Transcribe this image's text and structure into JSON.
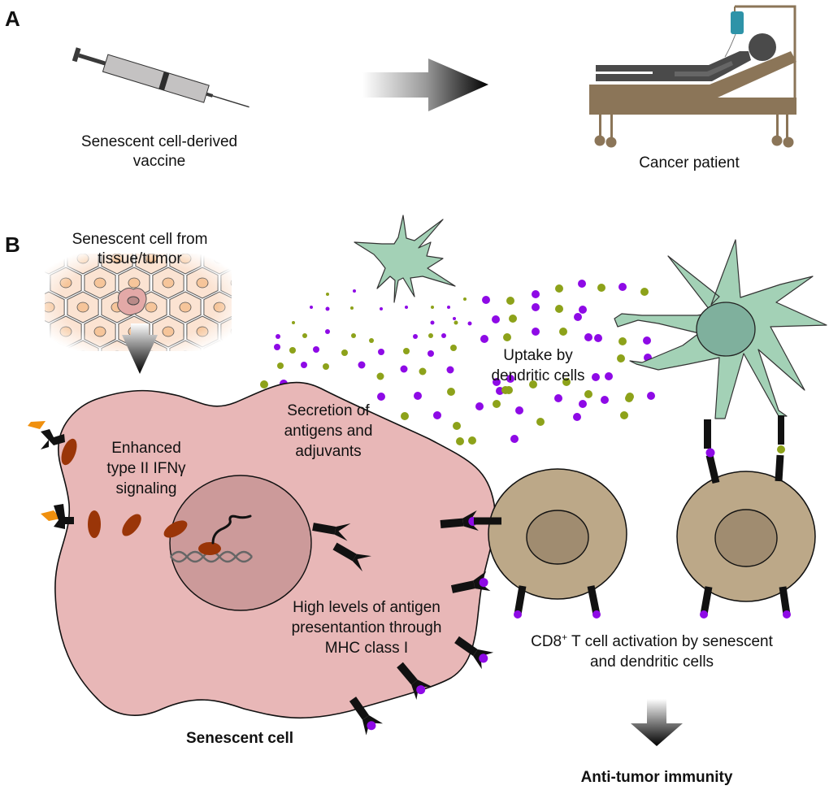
{
  "panels": {
    "a": {
      "letter": "A",
      "vaccine_label": [
        "Senescent cell-derived",
        "vaccine"
      ],
      "patient_label": "Cancer patient"
    },
    "b": {
      "letter": "B",
      "tissue_label": [
        "Senescent cell from",
        "tissue/tumor"
      ],
      "ifn_label": [
        "Enhanced",
        "type II IFNγ",
        "signaling"
      ],
      "secretion_label": [
        "Secretion of",
        "antigens and",
        "adjuvants"
      ],
      "uptake_label": [
        "Uptake by",
        "dendritic cells"
      ],
      "mhc_label": [
        "High levels of antigen",
        "presentantion through",
        "MHC class I"
      ],
      "senescent_cell_label": "Senescent cell",
      "cd8_label": {
        "line1_prefix": "CD8",
        "superscript": "+",
        "line1_suffix": " T cell activation by senescent",
        "line2": "and dendritic cells"
      },
      "outcome_label": "Anti-tumor immunity"
    }
  },
  "colors": {
    "senescent_cell": "#e8b7b7",
    "nucleus": "#cc9a9a",
    "organelle": "#9a3508",
    "dendritic_cell": "#a3d1b6",
    "dendritic_nucleus": "#7fb09d",
    "t_cell": "#bca888",
    "t_cell_nucleus": "#a08c70",
    "antigen_purple": "#8e0ae6",
    "adjuvant_green": "#8da21a",
    "ifn_orange": "#f0900e",
    "bed": "#8b7558",
    "iv_bag": "#2e93a8",
    "patient": "#4a4a4a",
    "syringe": "#c4c2c2"
  }
}
